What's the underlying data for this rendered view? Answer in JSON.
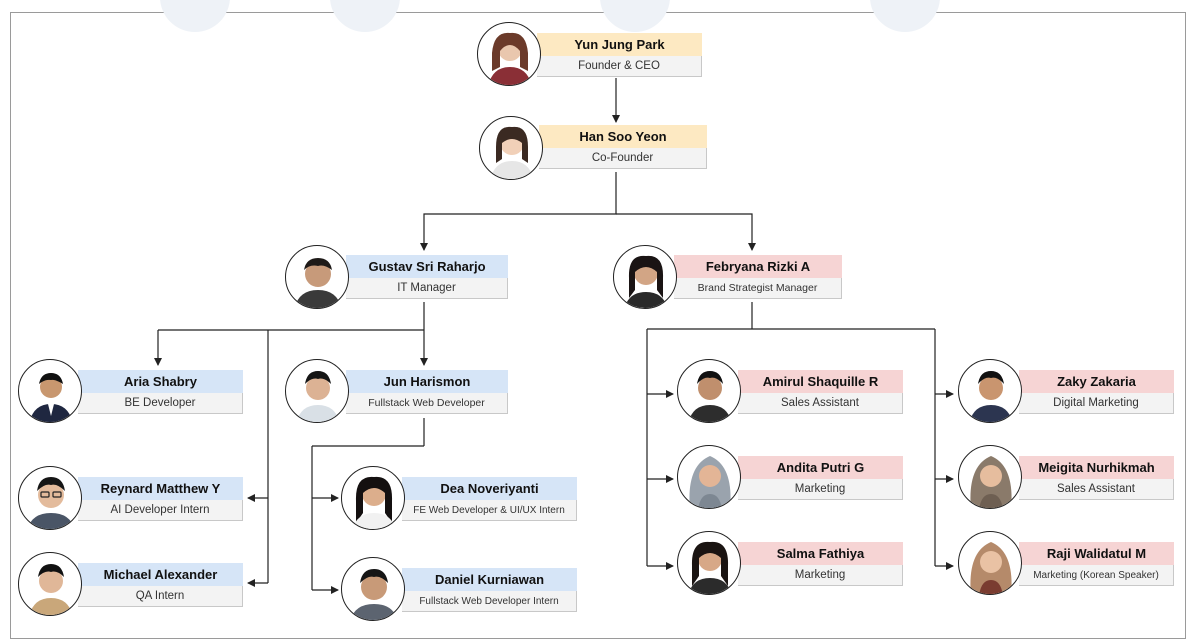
{
  "nodes": {
    "yun": {
      "name": "Yun Jung Park",
      "role": "Founder & CEO"
    },
    "han": {
      "name": "Han Soo Yeon",
      "role": "Co-Founder"
    },
    "gustav": {
      "name": "Gustav Sri Raharjo",
      "role": "IT Manager"
    },
    "febryana": {
      "name": "Febryana Rizki A",
      "role": "Brand Strategist Manager"
    },
    "aria": {
      "name": "Aria Shabry",
      "role": "BE Developer"
    },
    "jun": {
      "name": "Jun Harismon",
      "role": "Fullstack Web Developer"
    },
    "reynard": {
      "name": "Reynard Matthew Y",
      "role": "AI Developer Intern"
    },
    "michael": {
      "name": "Michael Alexander",
      "role": "QA Intern"
    },
    "dea": {
      "name": "Dea Noveriyanti",
      "role": "FE Web Developer & UI/UX Intern"
    },
    "daniel": {
      "name": "Daniel Kurniawan",
      "role": "Fullstack Web Developer Intern"
    },
    "amirul": {
      "name": "Amirul Shaquille R",
      "role": "Sales Assistant"
    },
    "andita": {
      "name": "Andita Putri G",
      "role": "Marketing"
    },
    "salma": {
      "name": "Salma Fathiya",
      "role": "Marketing"
    },
    "zaky": {
      "name": "Zaky Zakaria",
      "role": "Digital Marketing"
    },
    "meigita": {
      "name": "Meigita Nurhikmah",
      "role": "Sales Assistant"
    },
    "raji": {
      "name": "Raji Walidatul M",
      "role": "Marketing (Korean Speaker)"
    }
  },
  "colors": {
    "executive": "#fde9c2",
    "it_team": "#d6e5f7",
    "brand_team": "#f6d4d4",
    "role_band": "#f3f3f3",
    "connector": "#222222"
  }
}
